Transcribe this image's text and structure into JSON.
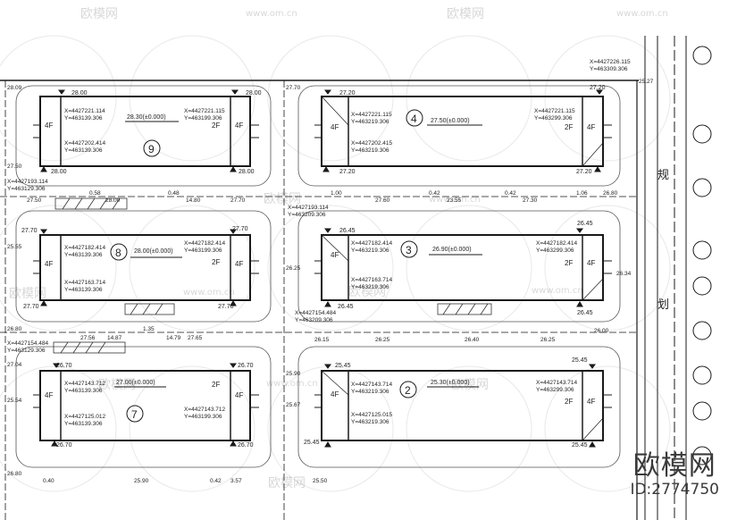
{
  "buildings": [
    {
      "id": "b9",
      "no": "9",
      "fl": "28.30(±0.000)",
      "tl": "28.00",
      "tr": "28.00",
      "bl": "28.00",
      "br": "28.00",
      "c1x": "X=4427221.114",
      "c1y": "Y=463139.306",
      "c2x": "X=4427221.115",
      "c2y": "Y=463199.306",
      "c3x": "X=4427202.414",
      "c3y": "Y=463139.306",
      "fa": "4F",
      "fb": "2F",
      "fc": "4F"
    },
    {
      "id": "b4",
      "no": "4",
      "fl": "27.50(±0.000)",
      "tl": "27.20",
      "tr": "27.20",
      "bl": "27.20",
      "br": "27.20",
      "c1x": "X=4427221.115",
      "c1y": "Y=463219.306",
      "c2x": "X=4427221.115",
      "c2y": "Y=463299.306",
      "c3x": "X=4427202.415",
      "c3y": "Y=463219.306",
      "fa": "4F",
      "fb": "2F",
      "fc": "4F"
    },
    {
      "id": "b8",
      "no": "8",
      "fl": "28.00(±0.000)",
      "tl": "27.70",
      "tr": "27.70",
      "bl": "27.70",
      "br": "27.70",
      "c1x": "X=4427182.414",
      "c1y": "Y=463139.306",
      "c2x": "X=4427182.414",
      "c2y": "Y=463199.306",
      "c3x": "X=4427163.714",
      "c3y": "Y=463139.306",
      "fa": "4F",
      "fb": "2F",
      "fc": "4F"
    },
    {
      "id": "b3",
      "no": "3",
      "fl": "26.90(±0.000)",
      "tl": "26.45",
      "tr": "26.45",
      "bl": "26.45",
      "br": "26.45",
      "c1x": "X=4427182.414",
      "c1y": "Y=463219.306",
      "c2x": "X=4427182.414",
      "c2y": "Y=463299.306",
      "c3x": "X=4427163.714",
      "c3y": "Y=463219.306",
      "fa": "4F",
      "fb": "2F",
      "fc": "4F"
    },
    {
      "id": "b7",
      "no": "7",
      "fl": "27.00(±0.000)",
      "tl": "26.70",
      "tr": "26.70",
      "bl": "26.70",
      "br": "26.70",
      "c1x": "X=4427143.712",
      "c1y": "Y=463139.306",
      "c2x": "X=4427143.712",
      "c2y": "Y=463199.306",
      "c3x": "X=4427125.012",
      "c3y": "Y=463139.306",
      "fa": "4F",
      "fb": "2F",
      "fc": "4F"
    },
    {
      "id": "b2",
      "no": "2",
      "fl": "25.30(±0.000)",
      "tl": "25.45",
      "tr": "25.45",
      "bl": "25.45",
      "br": "25.45",
      "c1x": "X=4427143.714",
      "c1y": "Y=463219.306",
      "c2x": "X=4427143.714",
      "c2y": "Y=463299.306",
      "c3x": "X=4427125.015",
      "c3y": "Y=463219.306",
      "fa": "4F",
      "fb": "2F",
      "fc": "4F"
    }
  ],
  "extra_coords": [
    {
      "x": "X=4427226.115",
      "y": "Y=463309.306"
    },
    {
      "x": "X=4427193.114",
      "y": "Y=463129.306"
    },
    {
      "x": "X=4427193.114",
      "y": "Y=463209.306"
    },
    {
      "x": "X=4427154.484",
      "y": "Y=463129.306"
    },
    {
      "x": "X=4427154.484",
      "y": "Y=463209.306"
    }
  ],
  "road_levels": {
    "row1": [
      "27.50",
      "0.58",
      "28.00",
      "0.48",
      "14.80",
      "27.70",
      "1.00",
      "27.60",
      "0.42",
      "23.55",
      "0.42",
      "27.30",
      "1.06",
      "26.80"
    ],
    "row2": [
      "27.56",
      "14.87",
      "1.35",
      "14.79",
      "27.65",
      "26.15",
      "26.25",
      "26.40",
      "26.25",
      "26.00"
    ],
    "row3": [
      "26.80",
      "0.40",
      "25.90",
      "0.42",
      "3.57",
      "25.50"
    ],
    "left": [
      "28.09",
      "27.50",
      "25.55",
      "26.80",
      "27.04",
      "25.54"
    ],
    "mid": [
      "27.70",
      "26.25",
      "25.90",
      "25.67"
    ]
  },
  "misc": {
    "corner_a": "25.27",
    "corner_b": "26.34"
  },
  "plan_text": {
    "char1": "规",
    "char2": "划"
  },
  "watermark": {
    "brand": "欧模网",
    "site": "www.om.cn",
    "id": "ID:2774750"
  },
  "colors": {
    "line": "#1a1a1a",
    "hatch": "#333333"
  }
}
